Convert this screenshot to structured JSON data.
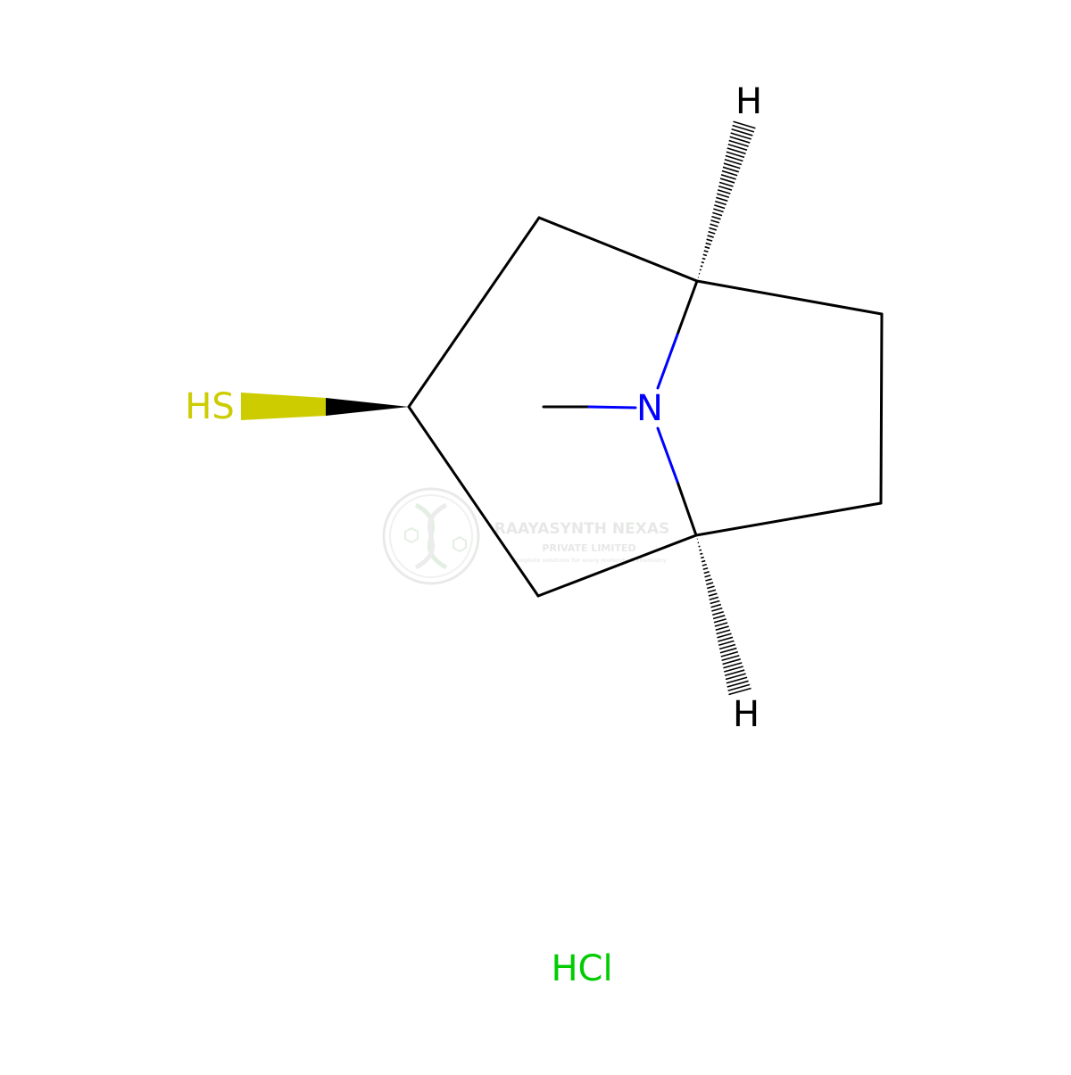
{
  "molecule": {
    "atoms": {
      "thiol": {
        "label": "HS",
        "color": "#CCCC00"
      },
      "nitrogen": {
        "label": "N",
        "color": "#0000FF"
      },
      "h_top": {
        "label": "H",
        "color": "#000000"
      },
      "h_bottom": {
        "label": "H",
        "color": "#000000"
      }
    },
    "salt": {
      "label": "HCl",
      "color": "#00CC00"
    },
    "bond_color": "#000000"
  },
  "watermark": {
    "company": "RAAYASYNTH NEXAS",
    "subtitle": "PRIVATE LIMITED",
    "tagline": "Complete solutions for every molecule & chemistry",
    "color": "#d9ddd9"
  }
}
